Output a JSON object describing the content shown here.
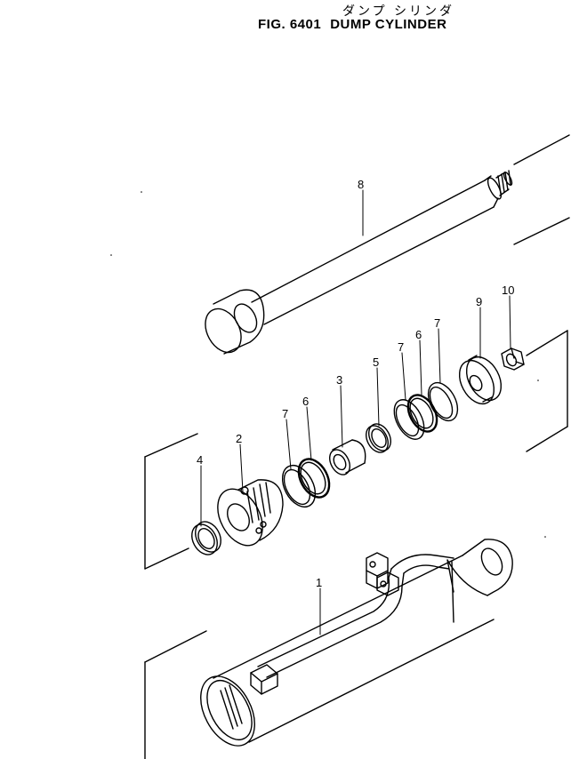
{
  "header": {
    "japanese_title": "ダンプ シリンダ",
    "fig_number": "FIG. 6401",
    "title": "DUMP CYLINDER"
  },
  "callouts": {
    "c1": "1",
    "c2": "2",
    "c3": "3",
    "c4": "4",
    "c5": "5",
    "c6a": "6",
    "c6b": "6",
    "c7a": "7",
    "c7b": "7",
    "c7c": "7",
    "c8": "8",
    "c9": "9",
    "c10": "10"
  }
}
